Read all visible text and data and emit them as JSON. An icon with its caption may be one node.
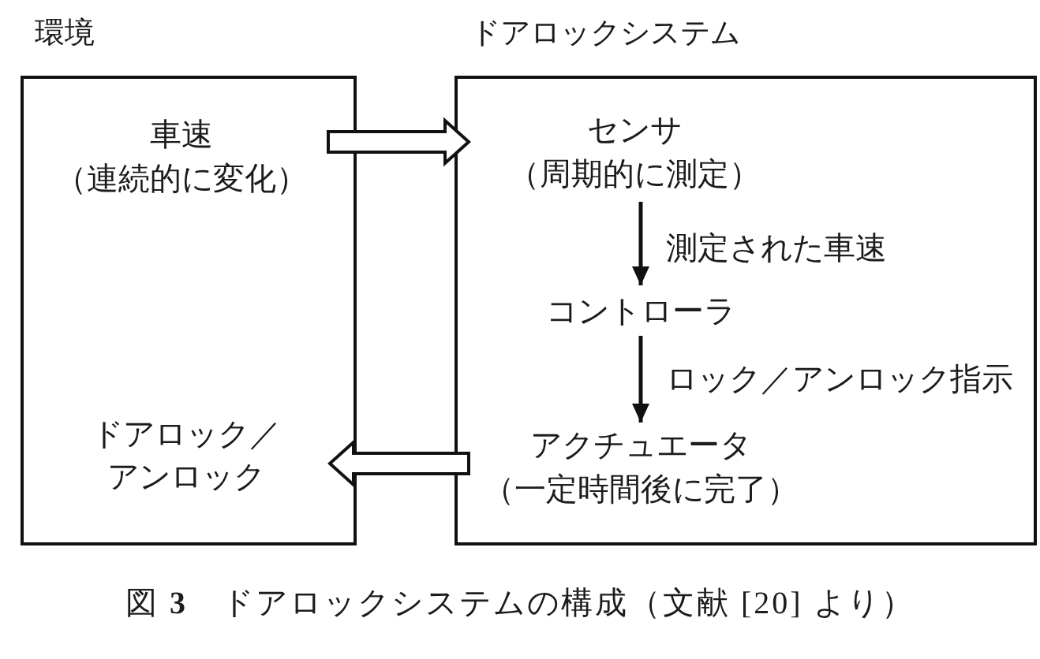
{
  "diagram": {
    "caption": "図 **3**　ドアロックシステムの構成（文献 [20] より）",
    "nodes": [
      {
        "text": [
          "環境"
        ]
      },
      {
        "text": [
          "車速（連続的に変化）"
        ],
        "in": 0
      },
      {
        "text": [
          "ドアロック／アンロック"
        ],
        "in": 0
      },
      {
        "text": [
          "ドアロックシステム"
        ]
      },
      {
        "text": [
          "センサ（周期的に測定）"
        ],
        "in": 3
      },
      {
        "text": [
          "コントローラ"
        ],
        "in": 3
      },
      {
        "text": [
          "アクチュエータ（一定時間後に完了）"
        ],
        "in": 3
      }
    ],
    "edges": [
      {
        "from": 1,
        "to": 4,
        "arrow": "to",
        "style": "thick"
      },
      {
        "from": 4,
        "to": 5,
        "arrow": "to",
        "label": "測定された車速"
      },
      {
        "from": 5,
        "to": 6,
        "arrow": "to",
        "label": "ロック／アンロック指示"
      },
      {
        "from": 6,
        "to": 2,
        "arrow": "to",
        "style": "thick"
      }
    ]
  }
}
